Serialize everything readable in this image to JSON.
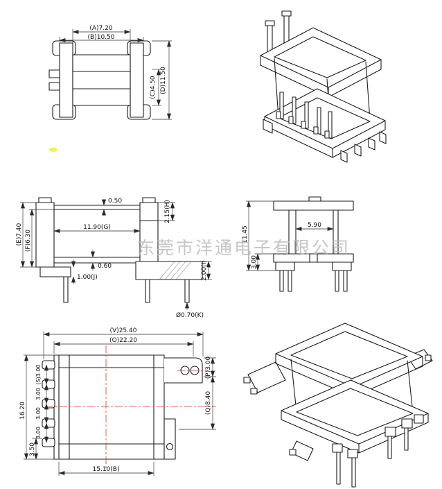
{
  "watermark": "东莞市洋通电子有限公司",
  "top_view": {
    "dim_a": "(A)7.20",
    "dim_b": "(B)10.50",
    "dim_c": "(C)4.50",
    "dim_d": "(D)11.50"
  },
  "side_view": {
    "dim_wall_top": "0.50",
    "dim_window_width": "11.90(G)",
    "dim_flange_step": "2.15(H)",
    "dim_height_outer": "(E)7.40",
    "dim_height_inner": "(F)6.30",
    "dim_wall_bottom": "0.60",
    "dim_foot_height": "1.00(J)",
    "dim_base_height": "2.00(I)",
    "dim_pin_diameter": "Ø0.70(K)"
  },
  "front_view": {
    "dim_core_width": "5.90",
    "dim_total_height": "11.45",
    "dim_base_height": "3.00"
  },
  "front_view_large": {
    "dim_overall_width": "(V)25.40",
    "dim_inner_width": "(O)22.20",
    "dim_ear_height": "(P)3.00",
    "dim_mid_height": "(Q)8.40",
    "dim_total_height": "16.20",
    "dim_pin_pitch_1": "(S)3.00",
    "dim_pin_pitch_2": "3.00",
    "dim_pin_pitch_3": "3.00",
    "dim_pin_pitch_4": "3.00",
    "dim_foot_height": "3.50",
    "dim_bottom_width": "15.10(B)"
  }
}
